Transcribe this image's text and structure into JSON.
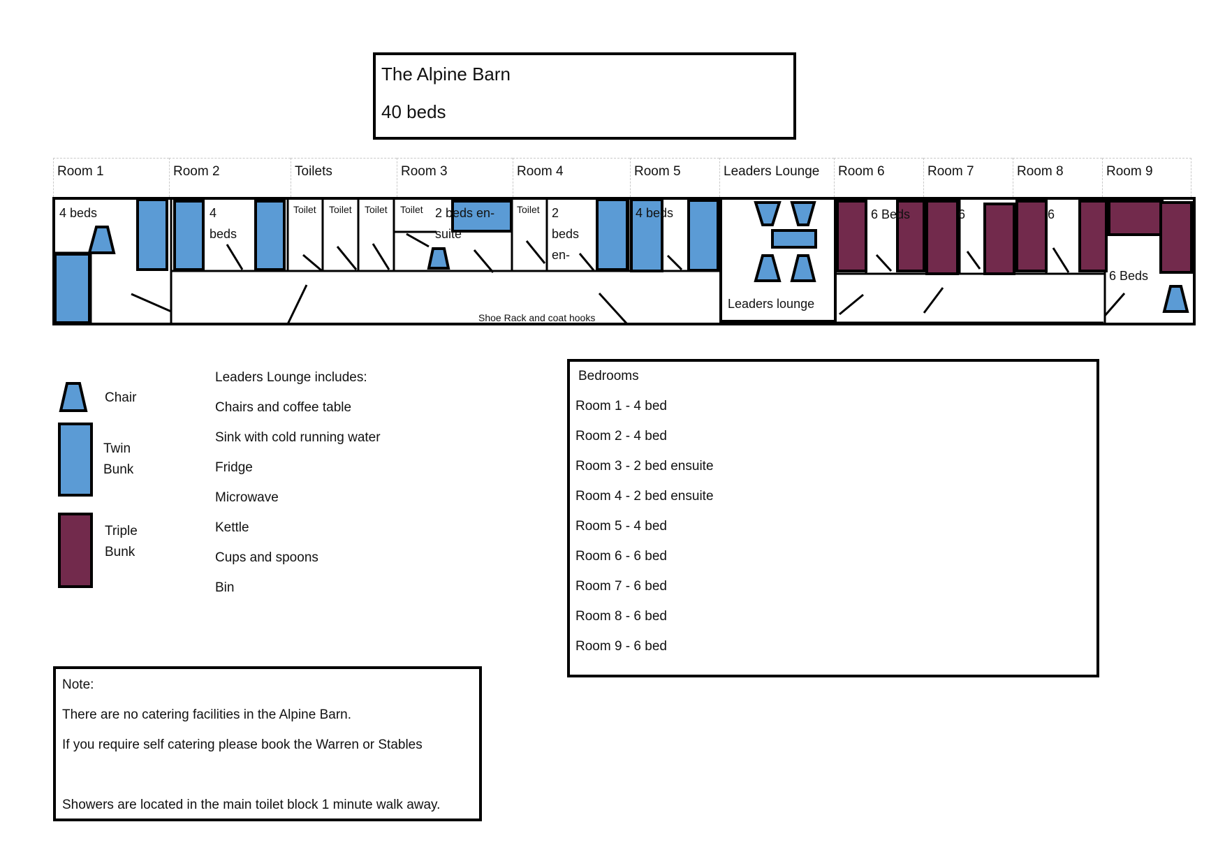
{
  "title": {
    "name": "The Alpine Barn",
    "beds": "40 beds"
  },
  "headers": [
    "Room 1",
    "Room 2",
    "Toilets",
    "Room 3",
    "Room 4",
    "Room 5",
    "Leaders Lounge",
    "Room 6",
    "Room 7",
    "Room 8",
    "Room 9"
  ],
  "plan": {
    "room1": "4 beds",
    "room2_line1": "4",
    "room2_line2": "beds",
    "toilet": "Toilet",
    "room3_line1": "2 beds en-",
    "room3_line2": "suite",
    "room4_line1": "2",
    "room4_line2": "beds",
    "room4_line3": "en-",
    "room5": "4 beds",
    "lounge": "Leaders lounge",
    "room6": "6 Beds",
    "room7": "6",
    "room8": "6",
    "room9": "6 Beds",
    "corridor": "Shoe Rack and coat hooks"
  },
  "legend": {
    "chair": "Chair",
    "twin_line1": "Twin",
    "twin_line2": "Bunk",
    "triple_line1": "Triple",
    "triple_line2": "Bunk",
    "colors": {
      "twin": "#5b9bd5",
      "triple": "#722a4c"
    }
  },
  "lounge_list": {
    "heading": "Leaders Lounge includes:",
    "items": [
      "Chairs and coffee table",
      "Sink with cold running water",
      "Fridge",
      "Microwave",
      "Kettle",
      "Cups and spoons",
      "Bin"
    ]
  },
  "bedrooms": {
    "heading": "Bedrooms",
    "items": [
      "Room 1  - 4 bed",
      "Room 2 - 4 bed",
      "Room 3 - 2 bed ensuite",
      "Room 4 - 2 bed ensuite",
      "Room 5 - 4 bed",
      "Room 6 - 6 bed",
      "Room 7 - 6 bed",
      "Room 8 - 6 bed",
      "Room 9 - 6 bed"
    ]
  },
  "note": {
    "heading": "Note:",
    "line1": "There are no catering facilities in the Alpine Barn.",
    "line2": "If you require self catering please book the Warren or Stables",
    "line3": "Showers are located in the main toilet block 1 minute walk away."
  }
}
